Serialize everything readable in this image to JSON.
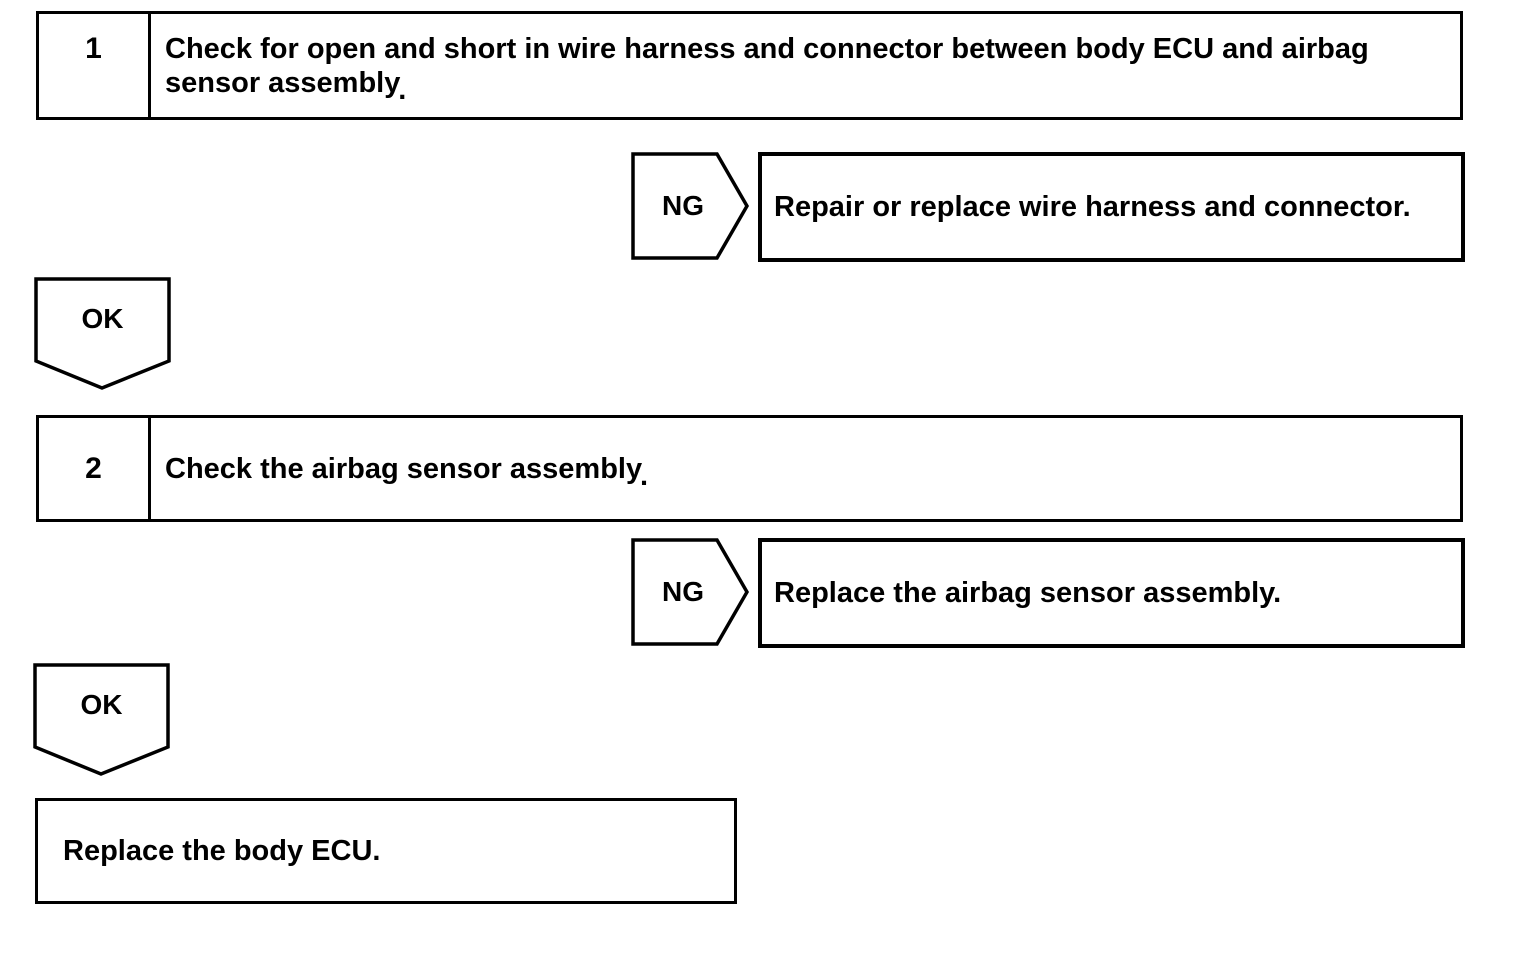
{
  "page": {
    "background_color": "#ffffff",
    "ink_color": "#000000"
  },
  "flowchart": {
    "steps": [
      {
        "number": "1",
        "instruction": "Check for open and short in wire harness and connector between body ECU and airbag sensor assembly",
        "period": ".",
        "ng_label": "NG",
        "ng_result": "Repair or replace wire harness and connector.",
        "ok_label": "OK"
      },
      {
        "number": "2",
        "instruction": "Check the airbag sensor assembly",
        "period": ".",
        "ng_label": "NG",
        "ng_result": "Replace the airbag sensor assembly.",
        "ok_label": "OK"
      }
    ],
    "final_action": "Replace the body ECU."
  }
}
